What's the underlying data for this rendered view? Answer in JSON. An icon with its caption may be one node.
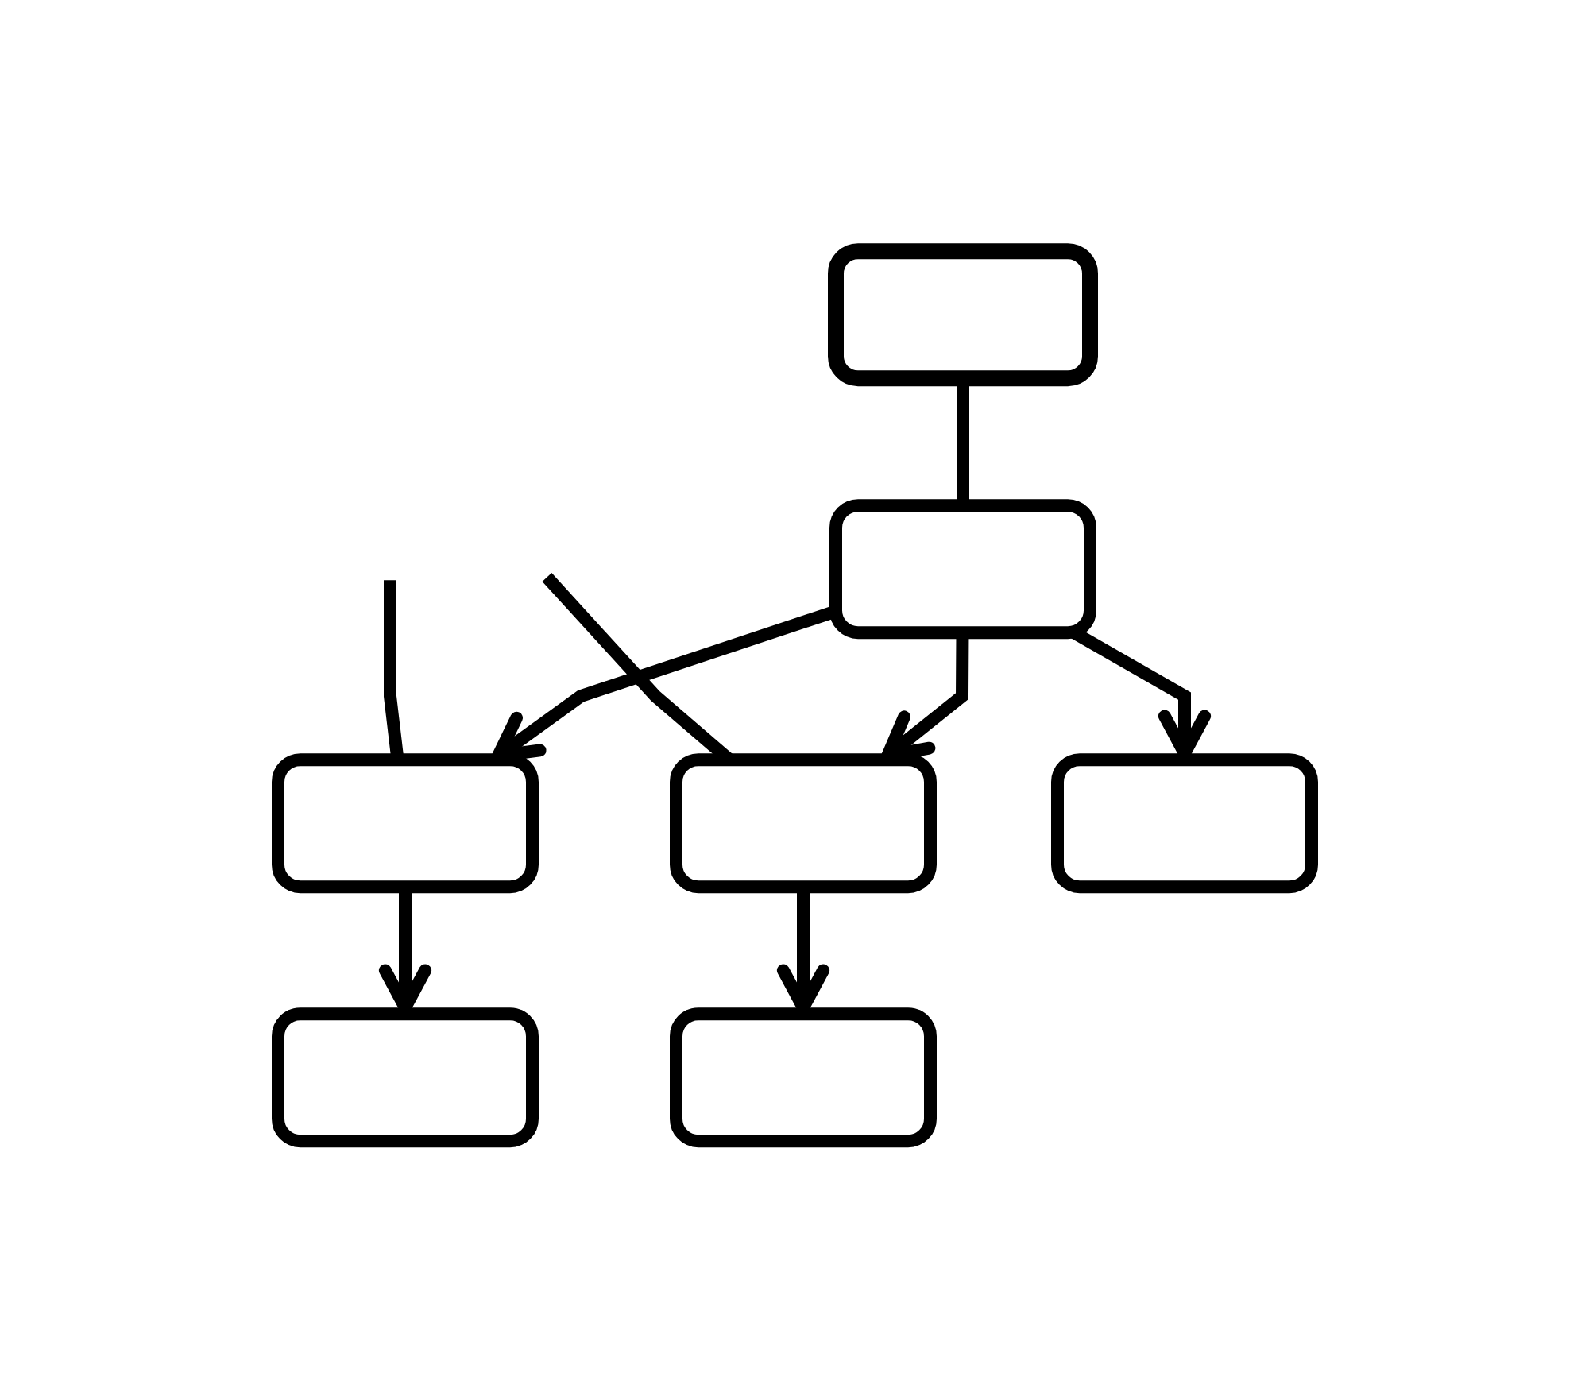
{
  "diagram": {
    "nodes": [
      {
        "text": [],
        "shape": "box"
      },
      {
        "text": [],
        "shape": "box"
      },
      {
        "text": [],
        "shape": "box"
      },
      {
        "text": [],
        "shape": "box"
      },
      {
        "text": [],
        "shape": "box"
      },
      {
        "text": [],
        "shape": "box"
      },
      {
        "text": [],
        "shape": "box"
      }
    ],
    "edges": [
      {
        "from": 0,
        "to": 2,
        "arrow": "none"
      },
      {
        "from": null,
        "to": 1,
        "arrow": "none"
      },
      {
        "from": null,
        "to": 3,
        "arrow": "none"
      },
      {
        "from": 2,
        "to": 1,
        "arrow": "to"
      },
      {
        "from": 2,
        "to": 3,
        "arrow": "to"
      },
      {
        "from": 1,
        "to": 4,
        "arrow": "to"
      },
      {
        "from": 2,
        "to": 5,
        "arrow": "to"
      },
      {
        "from": 3,
        "to": 6,
        "arrow": "to"
      }
    ]
  }
}
